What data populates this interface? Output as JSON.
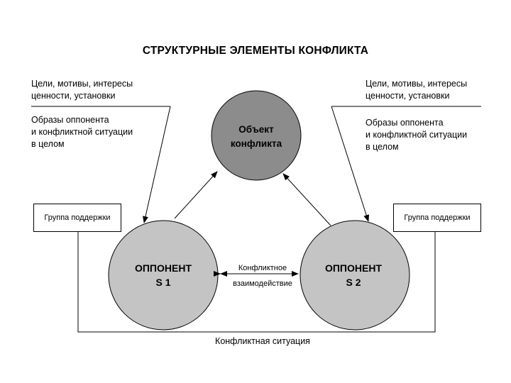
{
  "title": "СТРУКТУРНЫЕ ЭЛЕМЕНТЫ КОНФЛИКТА",
  "left_notes": {
    "goals_line1": "Цели, мотивы, интересы",
    "goals_line2": "ценности, установки",
    "images_line1": "Образы оппонента",
    "images_line2": "и конфликтной ситуации",
    "images_line3": "в целом"
  },
  "right_notes": {
    "goals_line1": "Цели, мотивы, интересы",
    "goals_line2": "ценности, установки",
    "images_line1": "Образы оппонента",
    "images_line2": "и конфликтной ситуации",
    "images_line3": "в целом"
  },
  "object": {
    "line1": "Объект",
    "line2": "конфликта"
  },
  "opponent1": {
    "line1": "ОППОНЕНТ",
    "line2": "S 1"
  },
  "opponent2": {
    "line1": "ОППОНЕНТ",
    "line2": "S 2"
  },
  "support_left": "Группа поддержки",
  "support_right": "Группа поддержки",
  "interaction": {
    "line1": "Конфликтное",
    "line2": "взаимодействие"
  },
  "situation": "Конфликтная ситуация",
  "colors": {
    "object_fill": "#8c8c8c",
    "opponent_fill": "#c4c4c4",
    "stroke": "#000000"
  }
}
